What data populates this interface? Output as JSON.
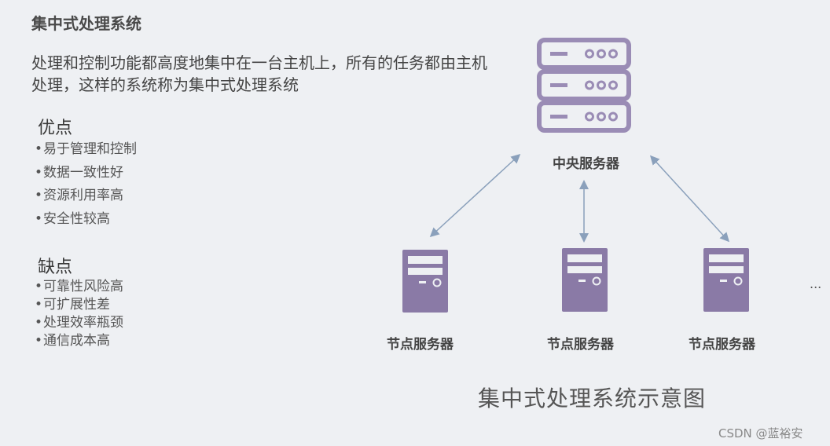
{
  "heading": "集中式处理系统",
  "definition": "处理和控制功能都高度地集中在一台主机上，所有的任务都由主机处理，这样的系统称为集中式处理系统",
  "pros": {
    "title": "优点",
    "items": [
      "易于管理和控制",
      "数据一致性好",
      "资源利用率高",
      "安全性较高"
    ]
  },
  "cons": {
    "title": "缺点",
    "items": [
      "可靠性风险高",
      "可扩展性差",
      "处理效率瓶颈",
      "通信成本高"
    ]
  },
  "diagram": {
    "central_server_label": "中央服务器",
    "node_labels": [
      "节点服务器",
      "节点服务器",
      "节点服务器"
    ],
    "more_indicator": "...",
    "caption": "集中式处理系统示意图"
  },
  "colors": {
    "server_stroke": "#9a8cb5",
    "node_fill": "#8a7aa6",
    "arrow": "#8aa0bb"
  },
  "watermark": "CSDN @蓝裕安"
}
